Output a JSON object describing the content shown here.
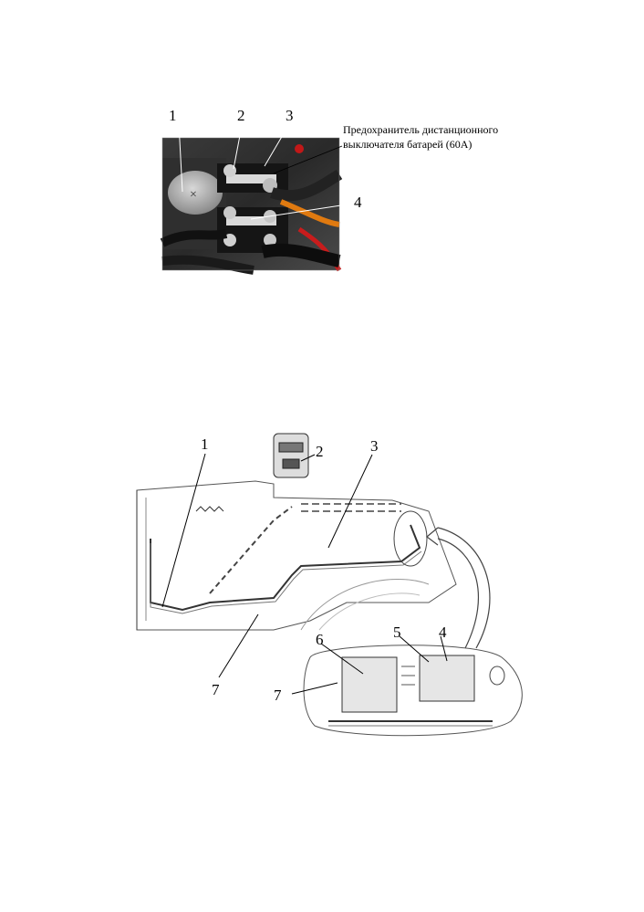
{
  "photo_figure": {
    "callouts": [
      "1",
      "2",
      "3",
      "4"
    ],
    "fuse_label_line1": "Предохранитель дистанционного",
    "fuse_label_line2": "выключателя батарей (60А)"
  },
  "wiring_diagram": {
    "callouts": [
      "1",
      "2",
      "3",
      "7",
      "6",
      "5",
      "4",
      "7"
    ]
  }
}
